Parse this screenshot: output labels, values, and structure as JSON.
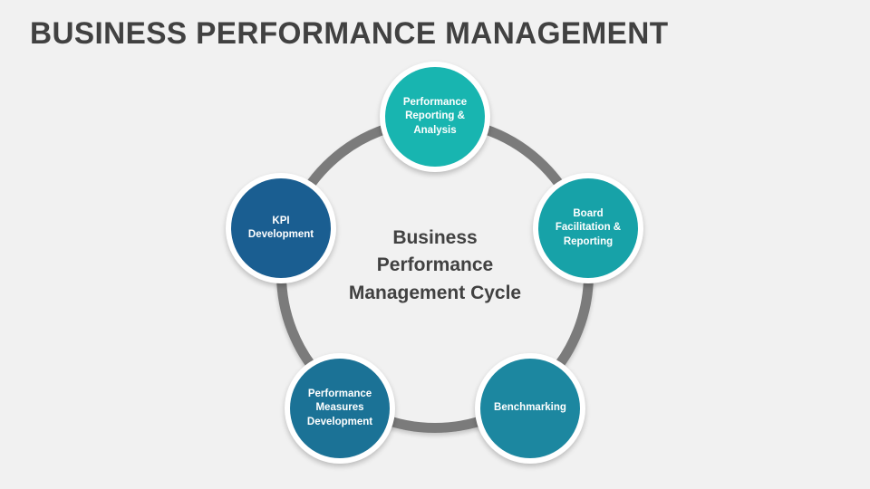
{
  "slide": {
    "title": "BUSINESS PERFORMANCE MANAGEMENT",
    "background_color": "#f1f1f1",
    "title_color": "#414141"
  },
  "diagram": {
    "type": "cycle",
    "ring_color": "#7b7b7b",
    "node_border_color": "#ffffff",
    "center_caption": {
      "lines": [
        "Business",
        "Performance",
        "Management Cycle"
      ],
      "color": "#414141"
    },
    "nodes": [
      {
        "id": "performance-reporting-analysis",
        "lines": [
          "Performance",
          "Reporting &",
          "Analysis"
        ],
        "color": "#18b5b0",
        "position": "top"
      },
      {
        "id": "board-facilitation-reporting",
        "lines": [
          "Board",
          "Facilitation &",
          "Reporting"
        ],
        "color": "#17a2a8",
        "position": "upper-right"
      },
      {
        "id": "benchmarking",
        "lines": [
          "Benchmarking"
        ],
        "color": "#1c87a0",
        "position": "lower-right"
      },
      {
        "id": "performance-measures-development",
        "lines": [
          "Performance",
          "Measures",
          "Development"
        ],
        "color": "#1b7296",
        "position": "lower-left"
      },
      {
        "id": "kpi-development",
        "lines": [
          "KPI",
          "Development"
        ],
        "color": "#1a5e91",
        "position": "upper-left"
      }
    ]
  }
}
